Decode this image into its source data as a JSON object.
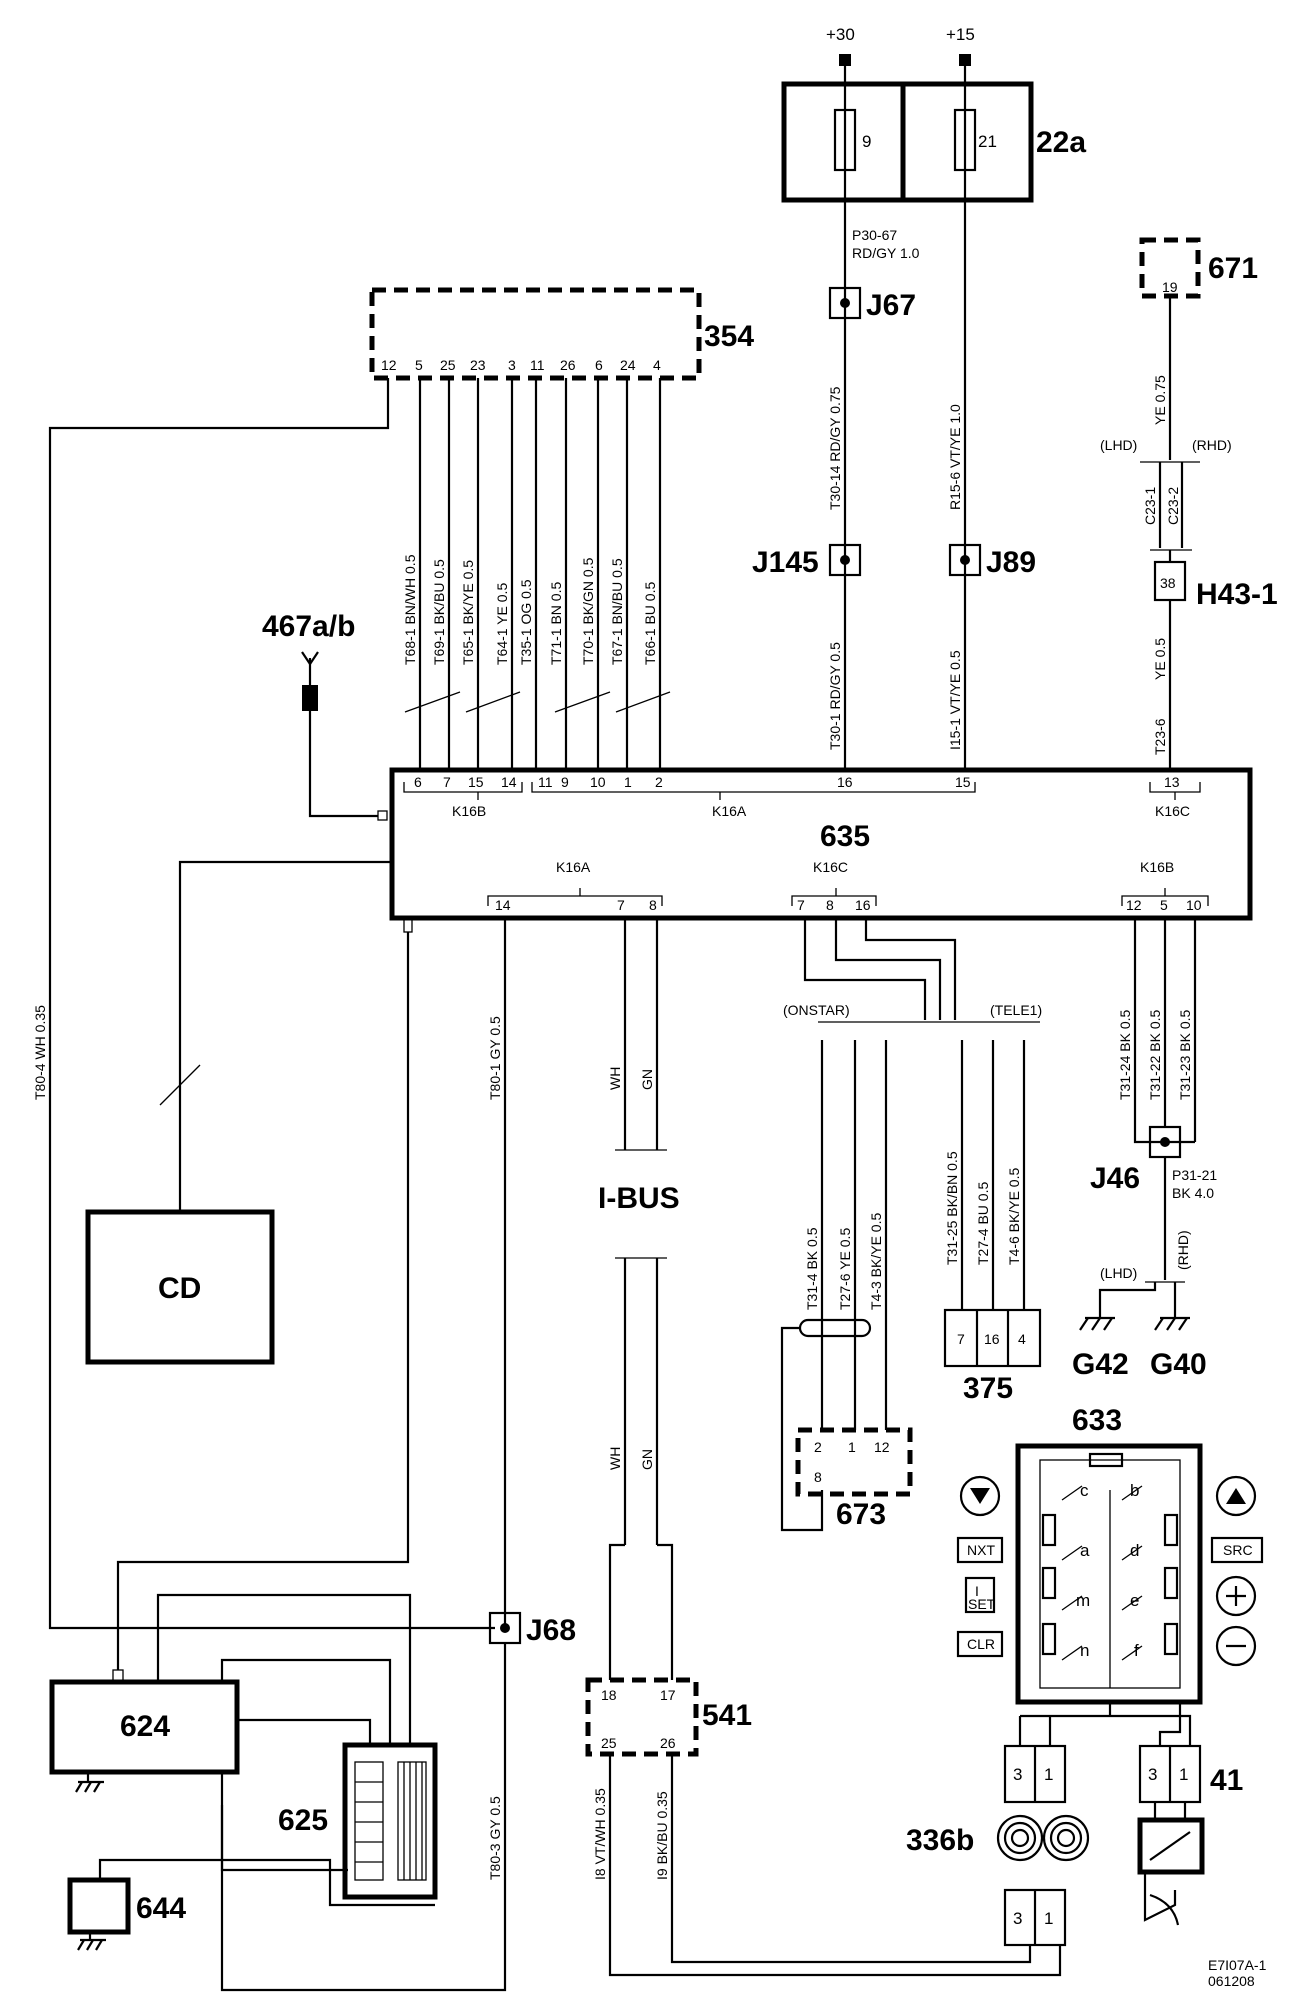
{
  "supply": {
    "plus30": "+30",
    "plus15": "+15"
  },
  "fusebox": {
    "id": "22a",
    "fuse_a": "9",
    "fuse_b": "21"
  },
  "wire_p30_67": {
    "code": "P30-67",
    "spec": "RD/GY 1.0"
  },
  "wire_p31_21": {
    "code": "P31-21",
    "spec": "BK 4.0"
  },
  "junctions": {
    "j67": "J67",
    "j145": "J145",
    "j89": "J89",
    "j46": "J46",
    "j68": "J68"
  },
  "vertical_wires": {
    "t30_14": "T30-14 RD/GY 0.75",
    "r15_6": "R15-6 VT/YE 1.0",
    "t30_1": "T30-1 RD/GY 0.5",
    "i15_1": "I15-1 VT/YE 0.5",
    "ye075": "YE 0.75",
    "ye05": "YE 0.5",
    "t23_6": "T23-6",
    "t80_4": "T80-4 WH 0.35",
    "t80_1": "T80-1 GY 0.5",
    "t80_3": "T80-3 GY 0.5",
    "wh": "WH",
    "gn": "GN",
    "t31_4": "T31-4 BK 0.5",
    "t27_6": "T27-6 YE 0.5",
    "t4_3": "T4-3 BK/YE 0.5",
    "t31_25": "T31-25 BK/BN 0.5",
    "t27_4": "T27-4 BU 0.5",
    "t4_6": "T4-6 BK/YE 0.5",
    "t31_24": "T31-24 BK 0.5",
    "t31_22": "T31-22 BK 0.5",
    "t31_23": "T31-23 BK 0.5",
    "i8": "I8 VT/WH 0.35",
    "i9": "I9 BK/BU 0.35"
  },
  "connector354": {
    "id": "354",
    "pins": [
      "12",
      "5",
      "25",
      "23",
      "3",
      "11",
      "26",
      "6",
      "24",
      "4"
    ]
  },
  "wires354": [
    "T68-1 BN/WH 0.5",
    "T69-1 BK/BU 0.5",
    "T65-1 BK/YE 0.5",
    "T64-1 YE 0.5",
    "T35-1 OG 0.5",
    "T71-1 BN 0.5",
    "T70-1 BK/GN 0.5",
    "T67-1 BN/BU 0.5",
    "T66-1 BU 0.5"
  ],
  "antenna": {
    "id": "467a/b"
  },
  "connector671": {
    "id": "671",
    "pin": "19"
  },
  "lhd_rhd": {
    "lhd": "(LHD)",
    "rhd": "(RHD)",
    "c23_1": "C23-1",
    "c23_2": "C23-2"
  },
  "h43": {
    "id": "H43-1",
    "pin": "38"
  },
  "module635": {
    "id": "635",
    "top_pins": [
      "6",
      "7",
      "15",
      "14",
      "11",
      "9",
      "10",
      "1",
      "2",
      "16",
      "15",
      "13"
    ],
    "top_groups": [
      "K16B",
      "K16A",
      "K16C"
    ],
    "bottom_groups": [
      "K16A",
      "K16C",
      "K16B"
    ],
    "bottom_pins": [
      "14",
      "7",
      "8",
      "7",
      "8",
      "16",
      "12",
      "5",
      "10"
    ]
  },
  "cd": {
    "label": "CD"
  },
  "ibus": {
    "label": "I-BUS"
  },
  "branches": {
    "onstar": "(ONSTAR)",
    "tele1": "(TELE1)"
  },
  "connector375": {
    "id": "375",
    "pins": [
      "7",
      "16",
      "4"
    ]
  },
  "connector673": {
    "id": "673",
    "pins": [
      "2",
      "1",
      "12",
      "8"
    ]
  },
  "grounds": {
    "g42": "G42",
    "g40": "G40"
  },
  "sw633": {
    "id": "633",
    "switches": [
      "c",
      "b",
      "a",
      "d",
      "m",
      "e",
      "n",
      "f"
    ],
    "buttons": {
      "nxt": "NXT",
      "set": "SET",
      "clr": "CLR",
      "src": "SRC",
      "i": "I"
    }
  },
  "connector541": {
    "id": "541",
    "pins": [
      "18",
      "17",
      "25",
      "26"
    ]
  },
  "modules": {
    "m624": "624",
    "m625": "625",
    "m644": "644",
    "m336b": "336b",
    "m41": "41"
  },
  "pins_3_1": {
    "three": "3",
    "one": "1"
  },
  "footer": {
    "ref": "E7I07A-1",
    "date": "061208"
  }
}
